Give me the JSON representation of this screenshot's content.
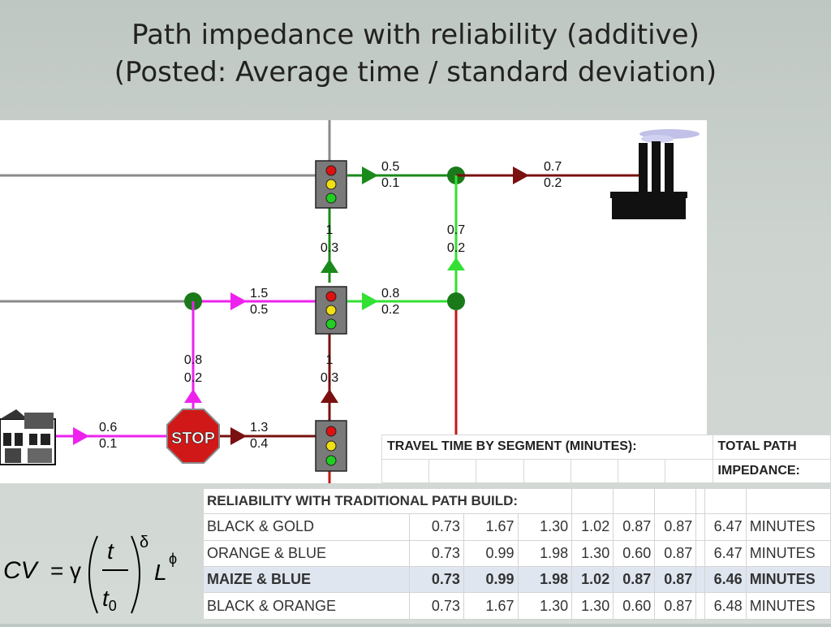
{
  "title": {
    "line1": "Path impedance with reliability (additive)",
    "line2": "(Posted: Average time / standard deviation)"
  },
  "map": {
    "labels": [
      {
        "id": "seg-top-right-1",
        "text": [
          "0.5",
          "0.1"
        ]
      },
      {
        "id": "seg-top-right-2",
        "text": [
          "0.7",
          "0.2"
        ]
      },
      {
        "id": "seg-mid-up-1",
        "text": [
          "1",
          "0.3"
        ]
      },
      {
        "id": "seg-vertical-green",
        "text": [
          "0.7",
          "0.2"
        ]
      },
      {
        "id": "seg-pink-h",
        "text": [
          "1.5",
          "0.5"
        ]
      },
      {
        "id": "seg-mid-right",
        "text": [
          "0.8",
          "0.2"
        ]
      },
      {
        "id": "seg-pink-v",
        "text": [
          "0.8",
          "0.2"
        ]
      },
      {
        "id": "seg-bottom-up",
        "text": [
          "1",
          "0.3"
        ]
      },
      {
        "id": "seg-house",
        "text": [
          "0.6",
          "0.1"
        ]
      },
      {
        "id": "seg-stop-right",
        "text": [
          "1.3",
          "0.4"
        ]
      }
    ],
    "stop_sign_text": "STOP",
    "colors": {
      "gray": "#8a8a8a",
      "green": "#1a8a1a",
      "lightgreen": "#33e033",
      "maroon": "#7a1010",
      "red": "#c41616",
      "pink": "#ee22ee"
    }
  },
  "travel_time_header": {
    "left": "TRAVEL TIME BY SEGMENT (MINUTES):",
    "right_line1": "TOTAL PATH",
    "right_line2": "IMPEDANCE:"
  },
  "reliability_table": {
    "heading": "RELIABILITY WITH TRADITIONAL PATH BUILD:",
    "rows": [
      {
        "name": "BLACK & GOLD",
        "values": [
          "0.73",
          "1.67",
          "1.30",
          "1.02",
          "0.87",
          "0.87"
        ],
        "total": "6.47",
        "unit": "MINUTES"
      },
      {
        "name": "ORANGE & BLUE",
        "values": [
          "0.73",
          "0.99",
          "1.98",
          "1.30",
          "0.60",
          "0.87"
        ],
        "total": "6.47",
        "unit": "MINUTES"
      },
      {
        "name": "MAIZE & BLUE",
        "values": [
          "0.73",
          "0.99",
          "1.98",
          "1.02",
          "0.87",
          "0.87"
        ],
        "total": "6.46",
        "unit": "MINUTES",
        "highlight": true
      },
      {
        "name": "BLACK & ORANGE",
        "values": [
          "0.73",
          "1.67",
          "1.30",
          "1.30",
          "0.60",
          "0.87"
        ],
        "total": "6.48",
        "unit": "MINUTES"
      }
    ]
  },
  "formula": {
    "lhs": "CV",
    "eq": "=",
    "gamma": "γ",
    "num": "t",
    "den": "t",
    "den_sub": "0",
    "exp_delta": "δ",
    "L": "L",
    "exp_phi": "ϕ"
  }
}
